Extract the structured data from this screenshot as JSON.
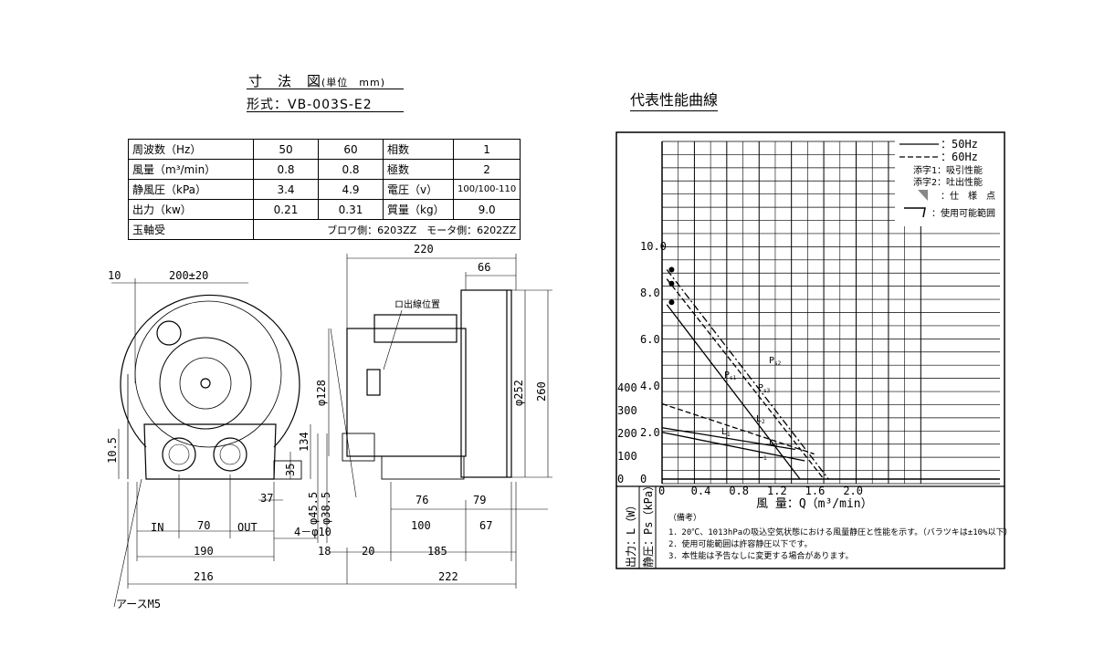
{
  "dimension_title": "寸　法　図",
  "dimension_unit": "(単位　mm)",
  "model_label": "形式：VB-003S-E2",
  "spec_table": {
    "freq_label": "周波数（Hz）",
    "freq_50": "50",
    "freq_60": "60",
    "phase_label": "相数",
    "phase_value": "1",
    "airflow_label": "風量（m³/min）",
    "airflow_50": "0.8",
    "airflow_60": "0.8",
    "poles_label": "極数",
    "poles_value": "2",
    "pressure_label": "静風圧（kPa）",
    "pressure_50": "3.4",
    "pressure_60": "4.9",
    "voltage_label": "電圧（v）",
    "voltage_value": "100/100-110",
    "output_label": "出力（kw）",
    "output_50": "0.21",
    "output_60": "0.31",
    "mass_label": "質量（kg）",
    "mass_value": "9.0",
    "bearing_label": "玉軸受",
    "bearing_value": "ブロワ側：6203ZZ　モータ側：6202ZZ"
  },
  "drawing": {
    "d220": "220",
    "d66": "66",
    "d10": "10",
    "d200": "200±20",
    "cable_label": "ロ出線位置",
    "d128": "φ128",
    "d252": "φ252",
    "d260": "260",
    "d134": "134",
    "d105": "10.5",
    "d35": "35",
    "d37": "37",
    "d455": "φ45.5",
    "d385": "φ38.5",
    "d4holes": "4－φ10",
    "d76": "76",
    "d79": "79",
    "inlet": "IN",
    "d70": "70",
    "outlet": "OUT",
    "d100": "100",
    "d67": "67",
    "d190": "190",
    "d18": "18",
    "d20": "20",
    "d185": "185",
    "d216": "216",
    "d222": "222",
    "earth": "アースM5"
  },
  "chart_title": "代表性能曲線",
  "chart_data": {
    "type": "line",
    "xlabel": "風 量：Q（m³/min）",
    "ylabel_pressure": "静圧：Ps（kPa）",
    "ylabel_power": "出力：L（W）",
    "x_ticks": [
      "0",
      "0.4",
      "0.8",
      "1.2",
      "1.6",
      "2.0"
    ],
    "x_range": [
      0,
      2.4
    ],
    "y_ticks_pressure": [
      "0",
      "2.0",
      "4.0",
      "6.0",
      "8.0",
      "10.0"
    ],
    "y_range_pressure": [
      0,
      10
    ],
    "y_ticks_power": [
      "0",
      "100",
      "200",
      "300",
      "400"
    ],
    "y_range_power": [
      0,
      400
    ],
    "series": [
      {
        "name": "Ps1",
        "axis": "pressure",
        "style": "solid",
        "points": [
          [
            0.05,
            7.5
          ],
          [
            1.45,
            0
          ]
        ]
      },
      {
        "name": "Ps2",
        "axis": "pressure",
        "style": "dashed",
        "points": [
          [
            0.05,
            8.6
          ],
          [
            1.7,
            0
          ]
        ]
      },
      {
        "name": "Ps3",
        "axis": "pressure",
        "style": "dashdot",
        "points": [
          [
            0.05,
            9.0
          ],
          [
            1.75,
            0
          ]
        ]
      },
      {
        "name": "L1",
        "axis": "power",
        "style": "solid",
        "points": [
          [
            0,
            225
          ],
          [
            1.4,
            130
          ]
        ]
      },
      {
        "name": "L2",
        "axis": "power",
        "style": "dashed",
        "points": [
          [
            0,
            330
          ],
          [
            1.6,
            110
          ]
        ]
      },
      {
        "name": "L3",
        "axis": "power",
        "style": "solid",
        "points": [
          [
            0,
            205
          ],
          [
            1.5,
            80
          ]
        ]
      }
    ]
  },
  "legend": {
    "l50": "：50Hz",
    "l60": "：60Hz",
    "sub1": "添字1：吸引性能",
    "sub2": "添字2：吐出性能",
    "spec_pt": "：仕　様　点",
    "range": "：使用可能範囲"
  },
  "curve_labels": {
    "ps1": "P",
    "ps1s": "s1",
    "ps2": "P",
    "ps2s": "s2",
    "ps3": "P",
    "ps3s": "s3",
    "l1": "L",
    "l1s": "1",
    "l2": "L",
    "l2s": "2",
    "l3": "L",
    "l3s": "1"
  },
  "notes": {
    "head": "（備考）",
    "n1": "1．20℃、1013hPaの吸込空気状態における風量静圧と性能を示す。（バラツキは±10%以下）",
    "n2": "2．使用可能範囲は許容静圧以下です。",
    "n3": "3．本性能は予告なしに変更する場合があります。"
  }
}
